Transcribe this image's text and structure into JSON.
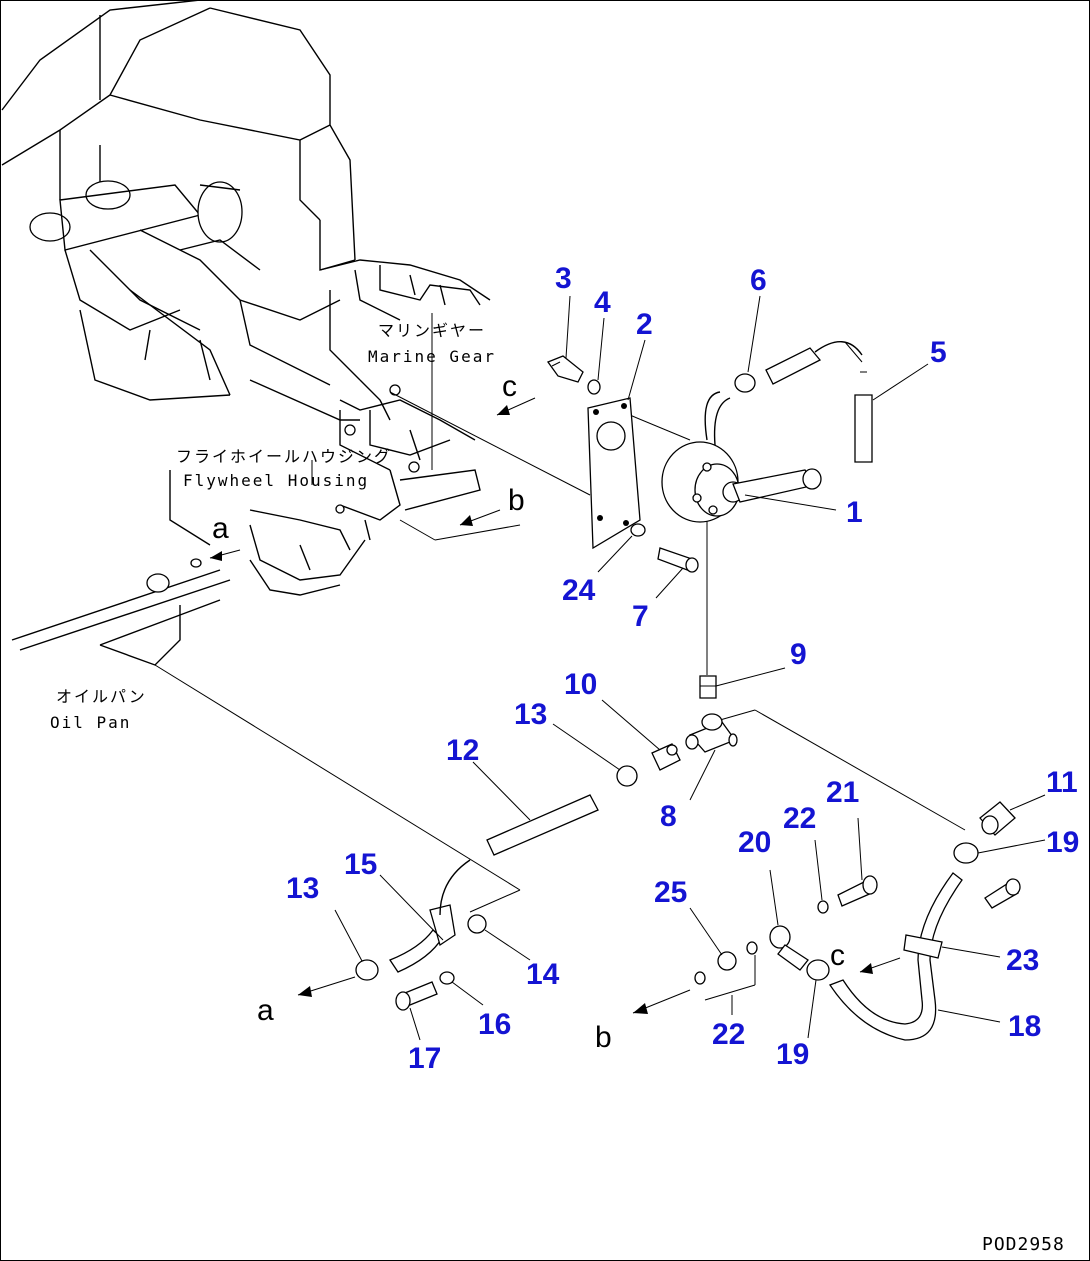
{
  "labels": {
    "marine_gear_jp": "マリンギヤー",
    "marine_gear_en": "Marine Gear",
    "flywheel_housing_jp": "フライホイールハウジング",
    "flywheel_housing_en": "Flywheel Housing",
    "oil_pan_jp": "オイルパン",
    "oil_pan_en": "Oil Pan"
  },
  "reference_letters": {
    "a": "a",
    "b": "b",
    "c": "c"
  },
  "callouts": {
    "p1": "1",
    "p2": "2",
    "p3": "3",
    "p4": "4",
    "p5": "5",
    "p6": "6",
    "p7": "7",
    "p8": "8",
    "p9": "9",
    "p10": "10",
    "p11": "11",
    "p12": "12",
    "p13": "13",
    "p14": "14",
    "p15": "15",
    "p16": "16",
    "p17": "17",
    "p18": "18",
    "p19": "19",
    "p20": "20",
    "p21": "21",
    "p22": "22",
    "p23": "23",
    "p24": "24",
    "p25": "25"
  },
  "drawing_code": "POD2958",
  "colors": {
    "callout": "#1414d2",
    "linework": "#000000",
    "background": "#ffffff"
  }
}
